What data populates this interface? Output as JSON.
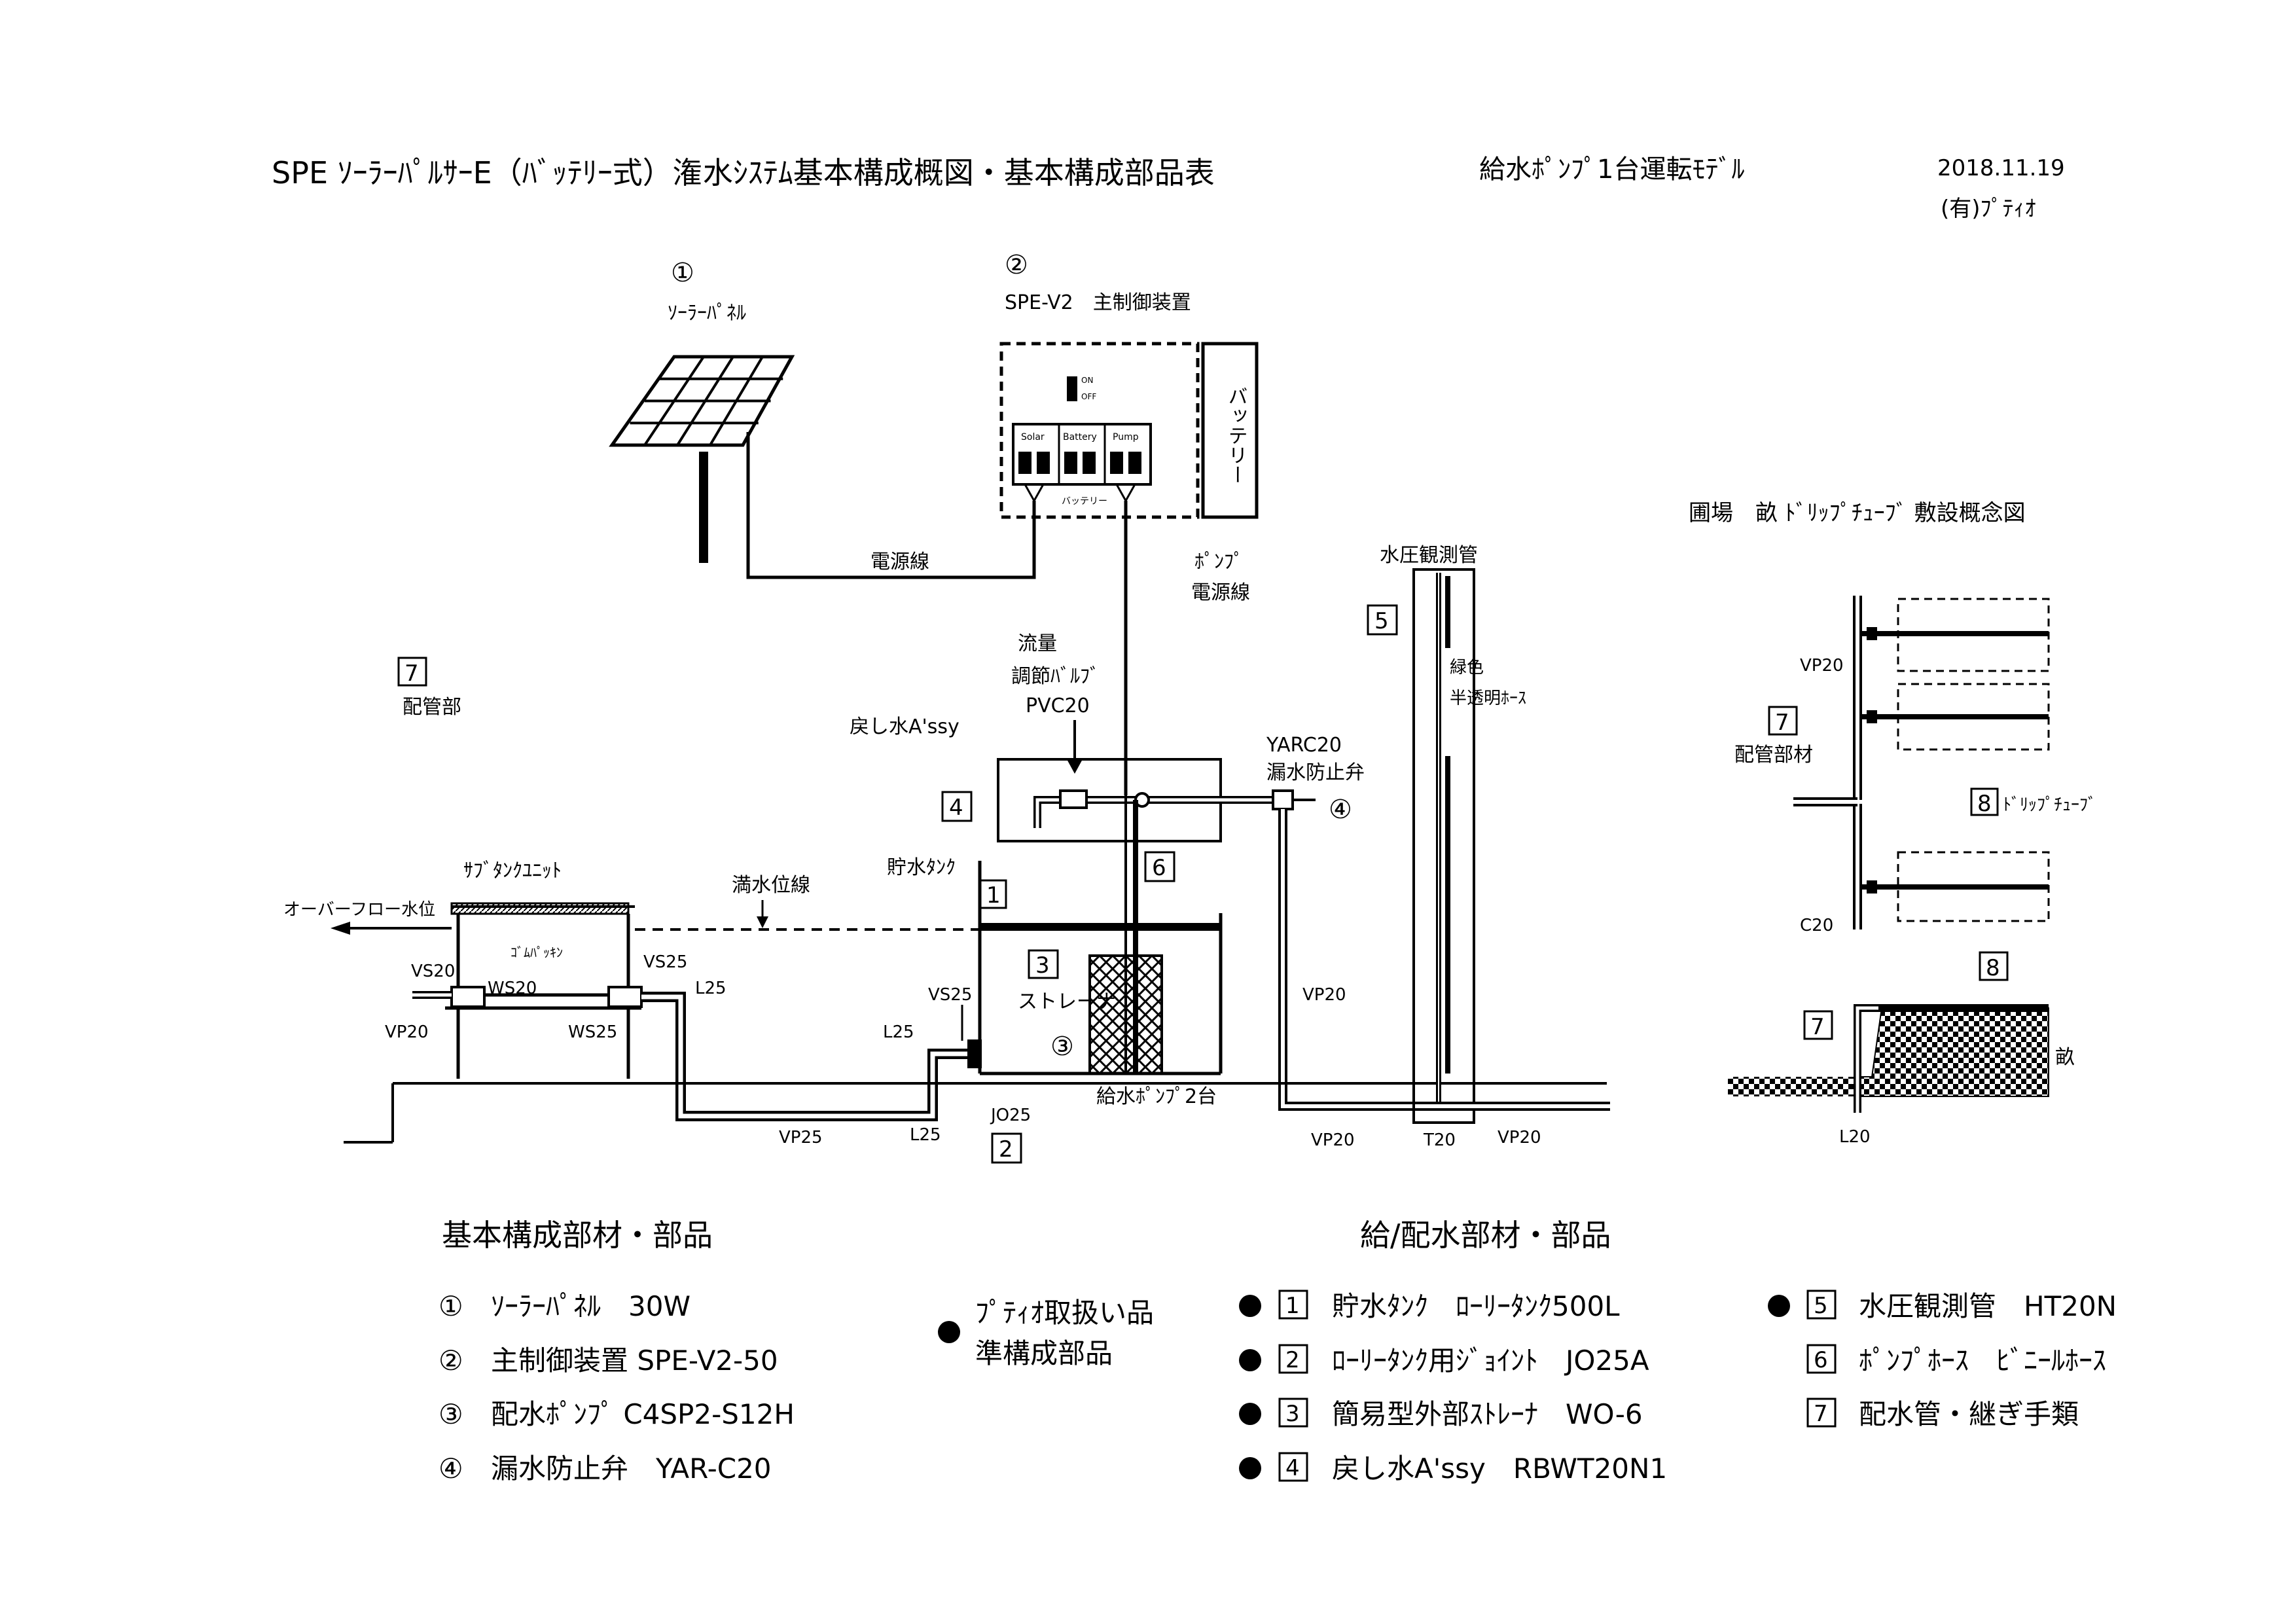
{
  "header": {
    "title": "SPE ｿｰﾗｰﾊﾟﾙｻｰE（ﾊﾞｯﾃﾘｰ式）潅水ｼｽﾃﾑ基本構成概図・基本構成部品表",
    "model": "給水ﾎﾟﾝﾌﾟ1台運転ﾓﾃﾞﾙ",
    "date": "2018.11.19",
    "company": "(有)ﾌﾟﾃｨｵ"
  },
  "components": {
    "solar_num": "①",
    "solar_label": "ｿｰﾗｰﾊﾟﾈﾙ",
    "controller_num": "②",
    "controller_label": "SPE-V2　主制御装置",
    "battery_label": "バッテリー",
    "switch_on": "ON",
    "switch_off": "OFF",
    "terminal_solar": "Solar",
    "terminal_battery": "Battery",
    "terminal_pump": "Pump",
    "terminal_caption": "バッテリー",
    "power_line": "電源線",
    "pump_power_1": "ﾎﾟﾝﾌﾟ",
    "pump_power_2": "電源線",
    "flow_1": "流量",
    "flow_2": "調節ﾊﾞﾙﾌﾞ",
    "flow_3": "PVC20",
    "return_water": "戻し水A'ssy",
    "yarc_1": "YARC20",
    "yarc_2": "漏水防止弁",
    "valve_num": "④",
    "piping_label": "配管部",
    "subtank": "ｻﾌﾞﾀﾝｸﾕﾆｯﾄ",
    "overflow": "オーバーフロー水位",
    "full_water": "満水位線",
    "storage_tank": "貯水ﾀﾝｸ",
    "gomu": "ｺﾞﾑﾊﾟｯｷﾝ",
    "strainer": "ストレーナ",
    "pump_num": "③",
    "supply_pump": "給水ﾎﾟﾝﾌﾟ2台",
    "pressure_tube": "水圧観測管",
    "green_1": "緑色",
    "green_2": "半透明ﾎｰｽ",
    "jo25": "JO25",
    "vs20": "VS20",
    "ws20": "WS20",
    "vs25_a": "VS25",
    "vs25_b": "VS25",
    "ws25": "WS25",
    "l25_a": "L25",
    "l25_b": "L25",
    "l25_c": "L25",
    "vp20_a": "VP20",
    "vp25": "VP25",
    "vp20_b": "VP20",
    "vp20_c": "VP20",
    "vp20_d": "VP20",
    "t20": "T20"
  },
  "box_numbers": {
    "b1": "1",
    "b2": "2",
    "b3": "3",
    "b4": "4",
    "b5": "5",
    "b6": "6",
    "b7a": "7",
    "b7b": "7",
    "b7c": "7",
    "b8a": "8",
    "b8b": "8"
  },
  "drip": {
    "title": "圃場　畝 ﾄﾞﾘｯﾌﾟﾁｭｰﾌﾞ 敷設概念図",
    "vp20": "VP20",
    "piping_material": "配管部材",
    "drip_tube": "ﾄﾞﾘｯﾌﾟﾁｭｰﾌﾞ",
    "c20": "C20",
    "ridge": "畝",
    "l20": "L20"
  },
  "parts": {
    "heading_basic": "基本構成部材・部品",
    "heading_supply": "給/配水部材・部品",
    "basic": [
      {
        "num": "①",
        "text": "ｿｰﾗｰﾊﾟﾈﾙ　30W"
      },
      {
        "num": "②",
        "text": "主制御装置 SPE-V2-50"
      },
      {
        "num": "③",
        "text": "配水ﾎﾟﾝﾌﾟ C4SP2-S12H"
      },
      {
        "num": "④",
        "text": "漏水防止弁　YAR-C20"
      }
    ],
    "legend_1": "ﾌﾟﾃｨｵ取扱い品",
    "legend_2": "準構成部品",
    "supply_col1": [
      {
        "box": "1",
        "text": "貯水ﾀﾝｸ　ﾛｰﾘｰﾀﾝｸ500L"
      },
      {
        "box": "2",
        "text": "ﾛｰﾘｰﾀﾝｸ用ｼﾞｮｲﾝﾄ　JO25A"
      },
      {
        "box": "3",
        "text": "簡易型外部ｽﾄﾚｰﾅ　WO-6"
      },
      {
        "box": "4",
        "text": "戻し水A'ssy　RBWT20N1"
      }
    ],
    "supply_col2": [
      {
        "box": "5",
        "text": "水圧観測管　HT20N"
      },
      {
        "box": "6",
        "text": "ﾎﾟﾝﾌﾟﾎｰｽ　ﾋﾞﾆｰﾙﾎｰｽ"
      },
      {
        "box": "7",
        "text": "配水管・継ぎ手類"
      }
    ]
  }
}
